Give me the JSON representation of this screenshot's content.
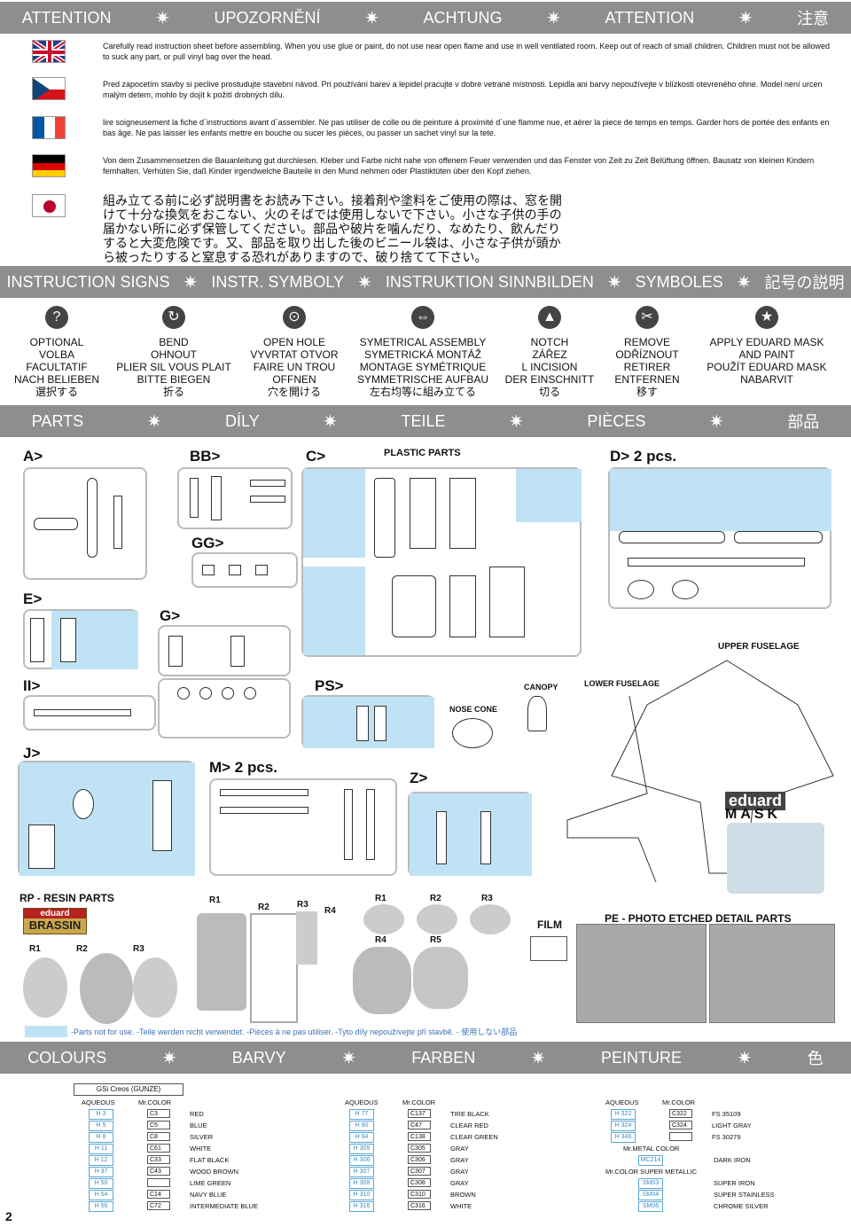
{
  "bands": {
    "attention": [
      "ATTENTION",
      "UPOZORNĚNÍ",
      "ACHTUNG",
      "ATTENTION",
      "注意"
    ],
    "signs": [
      "INSTRUCTION SIGNS",
      "INSTR. SYMBOLY",
      "INSTRUKTION SINNBILDEN",
      "SYMBOLES",
      "記号の説明"
    ],
    "parts": [
      "PARTS",
      "DÍLY",
      "TEILE",
      "PIÈCES",
      "部品"
    ],
    "colours": [
      "COLOURS",
      "BARVY",
      "FARBEN",
      "PEINTURE",
      "色"
    ]
  },
  "warnings": {
    "en": "Carefully read instruction sheet before assembling. When you use glue or paint, do not use near open flame and use in well ventilated room. Keep out of reach of small children. Children must not be allowed to suck any part, or pull vinyl bag over the head.",
    "cz": "Pred zapocetím stavby si peclive prostudujte stavební návod. Pri používání barev a lepidel pracujte v dobre vetrané místnosti. Lepidla ani barvy nepoužívejte v blízkosti otevreného ohne. Model není urcen malým detem, mohlo by dojít k požití drobných dílu.",
    "fr": "lire soigneusement la fiche d´instructions avant d´assembler. Ne pas utiliser de colle ou de peinture à proximité d´une flamme nue, et aérer la piece de temps en temps. Garder hors de portée des enfants en bas âge. Ne pas laisser les enfants mettre en bouche ou sucer les pièces, ou passer un sachet vinyl sur la tete.",
    "de": "Von dem Zusammensetzen die Bauanleitung gut durchlesen. Kleber und Farbe nicht nahe von offenem Feuer verwenden und das Fenster von Zeit zu Zeit Belüftung öffnen. Bausatz von kleinen Kindern fernhalten. Verhüten Sie, daß Kinder irgendwelche Bauteile in den Mund nehmen oder Plastiktüten über den Kopf ziehen.",
    "jp": "組み立てる前に必ず説明書をお読み下さい。接着剤や塗料をご使用の際は、窓を開けて十分な換気をおこない、火のそばでは使用しないで下さい。小さな子供の手の届かない所に必ず保管してください。部品や破片を噛んだり、なめたり、飲んだりすると大変危険です。又、部品を取り出した後のビニール袋は、小さな子供が頭から被ったりすると窒息する恐れがありますので、破り捨てて下さい。"
  },
  "signs": [
    {
      "icon": "?",
      "lines": [
        "OPTIONAL",
        "VOLBA",
        "FACULTATIF",
        "NACH BELIEBEN",
        "選択する"
      ]
    },
    {
      "icon": "↻",
      "lines": [
        "BEND",
        "OHNOUT",
        "PLIER SIL VOUS PLAIT",
        "BITTE BIEGEN",
        "折る"
      ]
    },
    {
      "icon": "⊙",
      "lines": [
        "OPEN HOLE",
        "VYVRTAT OTVOR",
        "FAIRE UN TROU",
        "OFFNEN",
        "穴を開ける"
      ]
    },
    {
      "icon": "⇔",
      "lines": [
        "SYMETRICAL ASSEMBLY",
        "SYMETRICKÁ MONTÁŽ",
        "MONTAGE SYMÉTRIQUE",
        "SYMMETRISCHE AUFBAU",
        "左右均等に組み立てる"
      ]
    },
    {
      "icon": "▲",
      "lines": [
        "NOTCH",
        "ZÁŘEZ",
        "L INCISION",
        "DER EINSCHNITT",
        "切る"
      ]
    },
    {
      "icon": "✂",
      "lines": [
        "REMOVE",
        "ODŘÍZNOUT",
        "RETIRER",
        "ENTFERNEN",
        "移す"
      ]
    },
    {
      "icon": "★",
      "lines": [
        "APPLY EDUARD MASK",
        "AND PAINT",
        "POUŽÍT EDUARD MASK",
        "NABARVIT",
        ""
      ]
    }
  ],
  "parts": {
    "A": "A>",
    "BB": "BB>",
    "C": "C>",
    "plastic": "PLASTIC PARTS",
    "D": "D> 2 pcs.",
    "GG": "GG>",
    "E": "E>",
    "G": "G>",
    "upper": "UPPER FUSELAGE",
    "II": "II>",
    "PS": "PS>",
    "canopy": "CANOPY",
    "lower": "LOWER FUSELAGE",
    "nose": "NOSE CONE",
    "J": "J>",
    "M": "M> 2 pcs.",
    "Z": "Z>",
    "mask_brand": "eduard",
    "mask_word": "MASK",
    "rp": "RP - RESIN PARTS",
    "brassin_top": "eduard",
    "brassin_bottom": "BRASSIN",
    "r_left": [
      "R1",
      "R2",
      "R3"
    ],
    "r_mid": [
      "R1",
      "R2",
      "R3",
      "R4"
    ],
    "r_right": [
      "R1",
      "R2",
      "R3",
      "R4",
      "R5"
    ],
    "film": "FILM",
    "pe": "PE - PHOTO ETCHED DETAIL PARTS",
    "legend": "-Parts not for use. -Teile werden nicht verwendet. -Pièces à ne pas utiliser. -Tyto díly nepoužívejte při stavbě. -   使用しない部品"
  },
  "colours": {
    "gsi": "GSi Creos (GUNZE)",
    "aqueous": "AQUEOUS",
    "mrcolor": "Mr.COLOR",
    "col1": [
      [
        "H 3",
        "C3",
        "RED"
      ],
      [
        "H 5",
        "C5",
        "BLUE"
      ],
      [
        "H 8",
        "C8",
        "SILVER"
      ],
      [
        "H 11",
        "C61",
        "WHITE"
      ],
      [
        "H 12",
        "C33",
        "FLAT BLACK"
      ],
      [
        "H 37",
        "C43",
        "WOOD BROWN"
      ],
      [
        "H 50",
        "",
        "LIME GREEN"
      ],
      [
        "H 54",
        "C14",
        "NAVY BLUE"
      ],
      [
        "H 56",
        "C72",
        "INTERMEDIATE BLUE"
      ]
    ],
    "col2": [
      [
        "H 77",
        "C137",
        "TIRE BLACK"
      ],
      [
        "H 90",
        "C47",
        "CLEAR RED"
      ],
      [
        "H 94",
        "C138",
        "CLEAR GREEN"
      ],
      [
        "H 305",
        "C305",
        "GRAY"
      ],
      [
        "H 306",
        "C306",
        "GRAY"
      ],
      [
        "H 307",
        "C307",
        "GRAY"
      ],
      [
        "H 308",
        "C308",
        "GRAY"
      ],
      [
        "H 310",
        "C310",
        "BROWN"
      ],
      [
        "H 316",
        "C316",
        "WHITE"
      ]
    ],
    "col3": [
      [
        "H 322",
        "C322",
        "FS 35109"
      ],
      [
        "H 324",
        "C324",
        "LIGHT GRAY"
      ],
      [
        "H 346",
        "",
        "FS 30279"
      ]
    ],
    "metal": "Mr.METAL COLOR",
    "metal_rows": [
      [
        "MC214",
        "DARK IRON"
      ]
    ],
    "super": "Mr.COLOR SUPER METALLIC",
    "super_rows": [
      [
        "SM03",
        "SUPER IRON"
      ],
      [
        "SM04",
        "SUPER STAINLESS"
      ],
      [
        "SM06",
        "CHROME SILVER"
      ]
    ]
  },
  "page_number": "2"
}
